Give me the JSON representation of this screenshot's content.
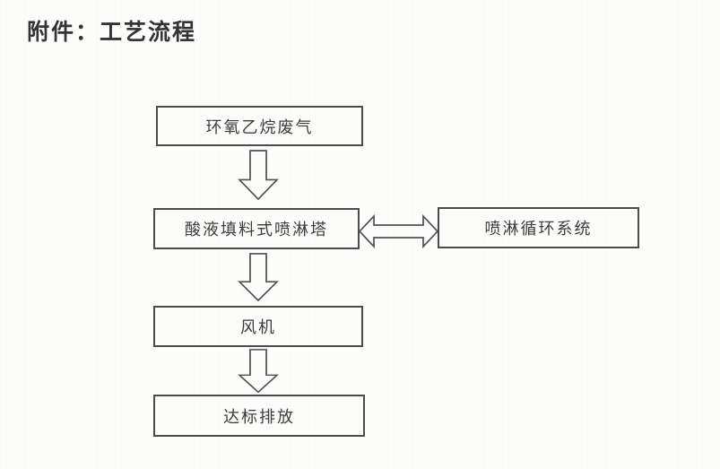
{
  "document": {
    "title": "附件：工艺流程"
  },
  "colors": {
    "background": "#fcfcfb",
    "ink": "#3c3c3c",
    "box_border": "#4c4c4c",
    "arrow_outline": "#515151"
  },
  "flowchart": {
    "nodes": [
      {
        "id": "eo-waste-gas",
        "label": "环氧乙烷废气"
      },
      {
        "id": "acid-packed-spray-tower",
        "label": "酸液填料式喷淋塔"
      },
      {
        "id": "spray-circulation-system",
        "label": "喷淋循环系统"
      },
      {
        "id": "fan",
        "label": "风机"
      },
      {
        "id": "compliant-discharge",
        "label": "达标排放"
      }
    ],
    "edges": [
      {
        "from": "eo-waste-gas",
        "to": "acid-packed-spray-tower",
        "style": "hollow-down-arrow",
        "bidirectional": false
      },
      {
        "from": "acid-packed-spray-tower",
        "to": "spray-circulation-system",
        "style": "hollow-double-arrow",
        "bidirectional": true
      },
      {
        "from": "acid-packed-spray-tower",
        "to": "fan",
        "style": "hollow-down-arrow",
        "bidirectional": false
      },
      {
        "from": "fan",
        "to": "compliant-discharge",
        "style": "hollow-down-arrow",
        "bidirectional": false
      }
    ]
  }
}
